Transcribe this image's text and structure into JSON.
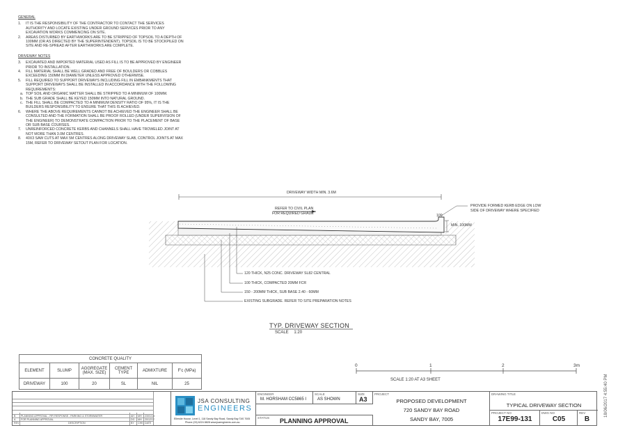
{
  "notes": {
    "general_heading": "GENERAL",
    "general": [
      {
        "n": "1.",
        "t": "IT IS THE RESPONSIBILITY OF THE CONTRACTOR TO CONTACT THE SERVICES AUTHORITY AND LOCATE EXISTING UNDER GROUND SERVICES PRIOR TO ANY EXCAVATION WORKS COMMENCING ON SITE."
      },
      {
        "n": "2.",
        "t": "AREAS DISTURBED BY EARTHWORKS ARE TO BE STRIPPED OF TOPSOIL TO A DEPTH OF 100mm (OR AS DIRECTED BY THE SUPERINTENDENT). TOPSOIL IS TO BE STOCKPILED ON SITE AND RE-SPREAD AFTER EARTHWORKS ARE COMPLETE."
      }
    ],
    "driveway_heading": "DRIVEWAY NOTES",
    "driveway": [
      {
        "n": "3.",
        "t": "EXCAVATED AND IMPORTED MATERIAL USED AS FILL IS TO BE APPROVED BY ENGINEER PRIOR TO INSTALLATION."
      },
      {
        "n": "4.",
        "t": "FILL MATERIAL SHALL BE WELL GRADED AND FREE OF BOULDERS OR COBBLES EXCEEDING 150MM IN DIAMETER UNLESS APPROVED OTHERWISE."
      },
      {
        "n": "5.",
        "t": "FILL REQUIRED TO SUPPORT DRIVEWAYS INCLUDING FILL IN EMBANKMENTS THAT SUPPORT DRIVEWAYS SHALL BE INSTALLED IN ACCORDANCE WITH THE FOLLOWING REQUIREMENTS:"
      }
    ],
    "driveway_sub": [
      {
        "n": "a.",
        "t": "TOP SOIL AND ORGANIC MATTER SHALL BE STRIPPED TO A MINIMUM OF 100MM."
      },
      {
        "n": "b.",
        "t": "THE SUB GRADE SHALL BE KEYED 150MM INTO NATURAL GROUND."
      },
      {
        "n": "c.",
        "t": "THE FILL SHALL BE COMPACTED TO A MINIMUM DENSITY RATIO OF 95%, IT IS THE BUILDERS RESPONSIBILITY TO ENSURE THAT THIS IS ACHIEVED."
      }
    ],
    "driveway_more": [
      {
        "n": "6.",
        "t": "WHERE THE ABOVE REQUIREMENTS CANNOT BE ACHIEVED THE ENGINEER SHALL BE CONSULTED AND THE FORMATION SHALL BE PROOF ROLLED (UNDER SUPERVISION OF THE ENGINEER) TO DEMONSTRATE COMPACTION PRIOR TO THE PLACEMENT OF BASE OR SUB BASE COURSES."
      },
      {
        "n": "7.",
        "t": "UNREINFORCED CONCRETE KERBS AND CHANNELS SHALL HAVE TROWELED JOINT AT NOT MORE THAN 3.0M CENTRES."
      },
      {
        "n": "8.",
        "t": "40x3 SAW CUTS AT MAX 5m CENTRES ALONG DRIVEWAY SLAB, CONTROL JOINTS AT MAX 15m, REFER TO DRIVEWAY SETOUT PLAN FOR LOCATION."
      }
    ]
  },
  "section": {
    "width_label": "DRIVEWAY WIDTH MIN. 3.6m",
    "civil_label_1": "REFER TO CIVIL PLAN",
    "civil_label_2": "FOR REQUIRED GRADE",
    "kerb_dim": "100",
    "min_label": "MIN. 100mm",
    "kerb_note_1": "PROVIDE FORMED KERB EDGE ON LOW",
    "kerb_note_2": "SIDE OF DRIVEWAY WHERE SPECIFIED",
    "callouts": [
      "120 THICK, N25 CONC. DRIVEWAY SL82 CENTRAL",
      "100 THICK, COMPACTED 20mm FCR",
      "150 - 200mm THICK, SUB BASE 2.40 - 60mm",
      "EXISTING SUBGRADE. REFER TO SITE PREPARATION NOTES"
    ],
    "title": "TYP. DRIVEWAY SECTION",
    "scale_label": "SCALE",
    "scale_value": "1:20"
  },
  "concrete_table": {
    "caption": "CONCRETE QUALITY",
    "headers": [
      "ELEMENT",
      "SLUMP",
      "AGGREGATE (MAX. SIZE)",
      "CEMENT TYPE",
      "ADMIXTURE",
      "F'c (MPa)"
    ],
    "row": [
      "DRIVEWAY",
      "100",
      "20",
      "SL",
      "NIL",
      "25"
    ]
  },
  "scale_bar": {
    "ticks": [
      "0",
      "1",
      "2",
      "3m"
    ],
    "caption": "SCALE 1:20 AT A3 SHEET"
  },
  "title_block": {
    "revisions": [
      {
        "rev": "B",
        "desc": "PLANNING APPROVAL - RFI RESPONSE - PARKING & STORMWATER",
        "by": "AH",
        "chk": "MH",
        "date": "23/01/18"
      },
      {
        "rev": "A",
        "desc": "FOR PLANNING APPROVAL",
        "by": "DG",
        "chk": "MH",
        "date": "20/12/17"
      }
    ],
    "rev_header": {
      "rev": "REV",
      "desc": "DESCRIPTION",
      "by": "BY",
      "chk": "CHK",
      "date": "DATE"
    },
    "company_line1": "JSA CONSULTING",
    "company_line2": "ENGINEERS",
    "company_address": "Ellerslie House, Level 1, 118 Sandy Bay Road, Sandy Bay TAS 7005",
    "company_contact": "Phone (03) 6224 8828     www.jsaengineers.com.au",
    "engineer_label": "ENGINEER",
    "engineer": "M. HORSHAM CC5865 I",
    "scale_label": "SCALE",
    "scale": "AS SHOWN",
    "size_label": "SIZE",
    "size": "A3",
    "status_label": "STATUS",
    "status": "PLANNING APPROVAL",
    "project_label": "PROJECT",
    "project_lines": [
      "PROPOSED DEVELOPMENT",
      "720 SANDY BAY ROAD",
      "SANDY BAY, 7005"
    ],
    "drawing_title_label": "DRAWING TITLE",
    "drawing_title": "TYPICAL DRIVEWAY SECTION",
    "project_no_label": "PROJECT NO",
    "project_no": "17E99-131",
    "dwg_no_label": "DWG NO",
    "dwg_no": "C05",
    "rev_label": "REV",
    "rev": "B"
  },
  "date_stamp": "18/06/2017 4:55:40 PM"
}
